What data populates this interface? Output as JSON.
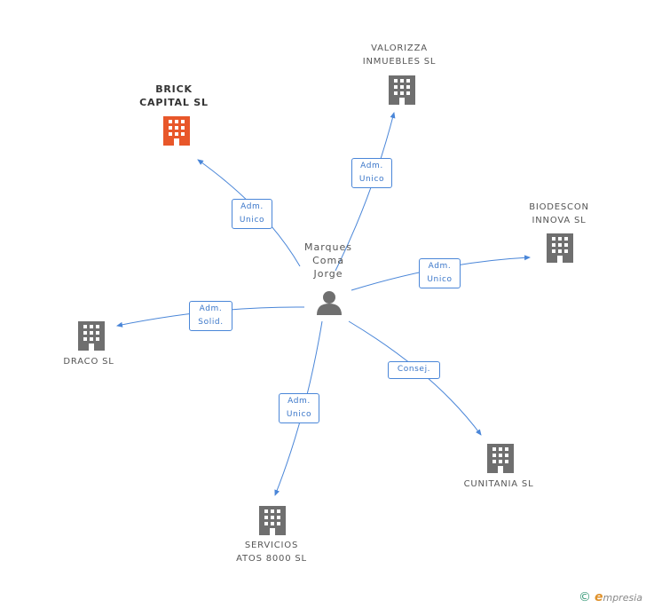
{
  "center": {
    "label": "Marques\nComa\nJorge",
    "icon": "person-icon"
  },
  "companies": {
    "brick": {
      "label": "BRICK\nCAPITAL SL",
      "icon": "building-icon",
      "color": "#e8572a"
    },
    "valorizza": {
      "label": "VALORIZZA\nINMUEBLES SL",
      "icon": "building-icon",
      "color": "#6f6f6f"
    },
    "biodescon": {
      "label": "BIODESCON\nINNOVA SL",
      "icon": "building-icon",
      "color": "#6f6f6f"
    },
    "draco": {
      "label": "DRACO SL",
      "icon": "building-icon",
      "color": "#6f6f6f"
    },
    "cunitania": {
      "label": "CUNITANIA SL",
      "icon": "building-icon",
      "color": "#6f6f6f"
    },
    "servicios": {
      "label": "SERVICIOS\nATOS 8000 SL",
      "icon": "building-icon",
      "color": "#6f6f6f"
    }
  },
  "edges": {
    "brick": "Adm.\nUnico",
    "valorizza": "Adm.\nUnico",
    "biodescon": "Adm.\nUnico",
    "draco": "Adm.\nSolid.",
    "cunitania": "Consej.",
    "servicios": "Adm.\nUnico"
  },
  "colors": {
    "edge": "#4a86d8",
    "person": "#6f6f6f"
  },
  "watermark": {
    "symbol": "©",
    "brand_initial": "e",
    "brand_rest": "mpresia"
  }
}
